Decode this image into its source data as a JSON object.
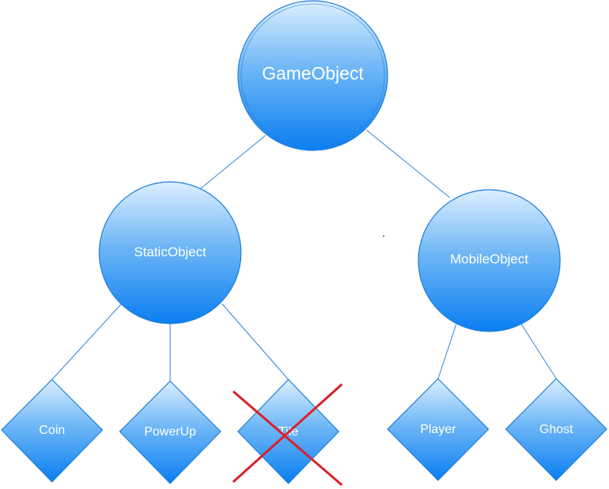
{
  "diagram": {
    "type": "class-hierarchy-tree",
    "colors": {
      "node_top": "#dcefff",
      "node_bottom": "#0a7ef2",
      "node_border": "#1f7fd8",
      "edge": "#2f86d6",
      "label": "#ffffff",
      "strike": "#d9202a"
    },
    "root": {
      "label": "GameObject",
      "shape": "circle"
    },
    "branches": [
      {
        "label": "StaticObject",
        "shape": "circle",
        "children": [
          {
            "label": "Coin",
            "shape": "diamond",
            "struck_out": false
          },
          {
            "label": "PowerUp",
            "shape": "diamond",
            "struck_out": false
          },
          {
            "label": "Tile",
            "shape": "diamond",
            "struck_out": true
          }
        ]
      },
      {
        "label": "MobileObject",
        "shape": "circle",
        "children": [
          {
            "label": "Player",
            "shape": "diamond",
            "struck_out": false
          },
          {
            "label": "Ghost",
            "shape": "diamond",
            "struck_out": false
          }
        ]
      }
    ]
  }
}
